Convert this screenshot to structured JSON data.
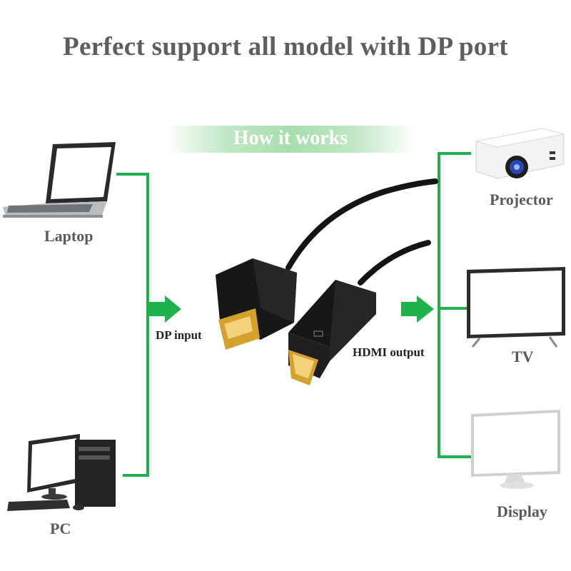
{
  "title": "Perfect support all model with DP port",
  "banner": {
    "text": "How it works"
  },
  "sources": [
    {
      "label": "Laptop"
    },
    {
      "label": "PC"
    }
  ],
  "input_label": "DP input",
  "output_label": "HDMI output",
  "outputs": [
    {
      "label": "Projector"
    },
    {
      "label": "TV"
    },
    {
      "label": "Display"
    }
  ],
  "colors": {
    "line": "#1db24b",
    "arrow": "#1db24b",
    "banner": "#a8deae",
    "title": "#5e5e5e"
  }
}
